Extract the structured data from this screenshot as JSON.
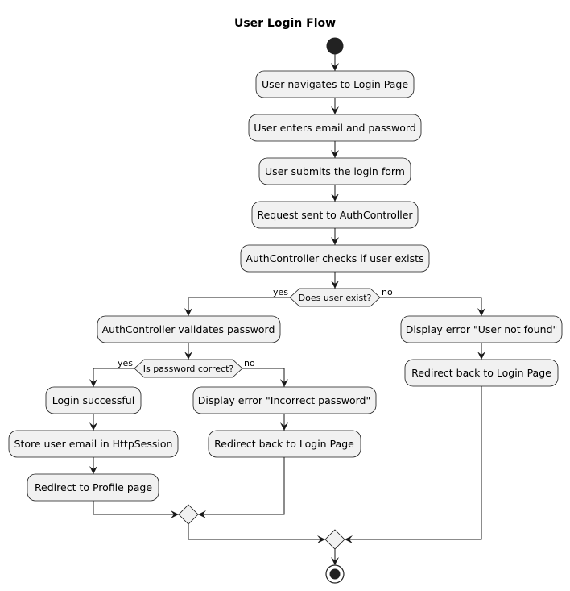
{
  "title": "User Login Flow",
  "colors": {
    "node_fill": "#F1F1F1",
    "node_stroke": "#181818",
    "start_fill": "#222222",
    "edge": "#181818",
    "background": "#FFFFFF"
  },
  "activities": {
    "navigate": "User navigates to Login Page",
    "enter": "User enters email and password",
    "submit": "User submits the login form",
    "request": "Request sent to AuthController",
    "check_exists": "AuthController checks if user exists",
    "validate": "AuthController validates password",
    "success": "Login successful",
    "store": "Store user email in HttpSession",
    "redirect_profile": "Redirect to Profile page",
    "err_password": "Display error \"Incorrect password\"",
    "redirect_login_1": "Redirect back to Login Page",
    "err_notfound": "Display error \"User not found\"",
    "redirect_login_2": "Redirect back to Login Page"
  },
  "decisions": {
    "user_exists": {
      "label": "Does user exist?",
      "yes": "yes",
      "no": "no"
    },
    "password_correct": {
      "label": "Is password correct?",
      "yes": "yes",
      "no": "no"
    }
  }
}
